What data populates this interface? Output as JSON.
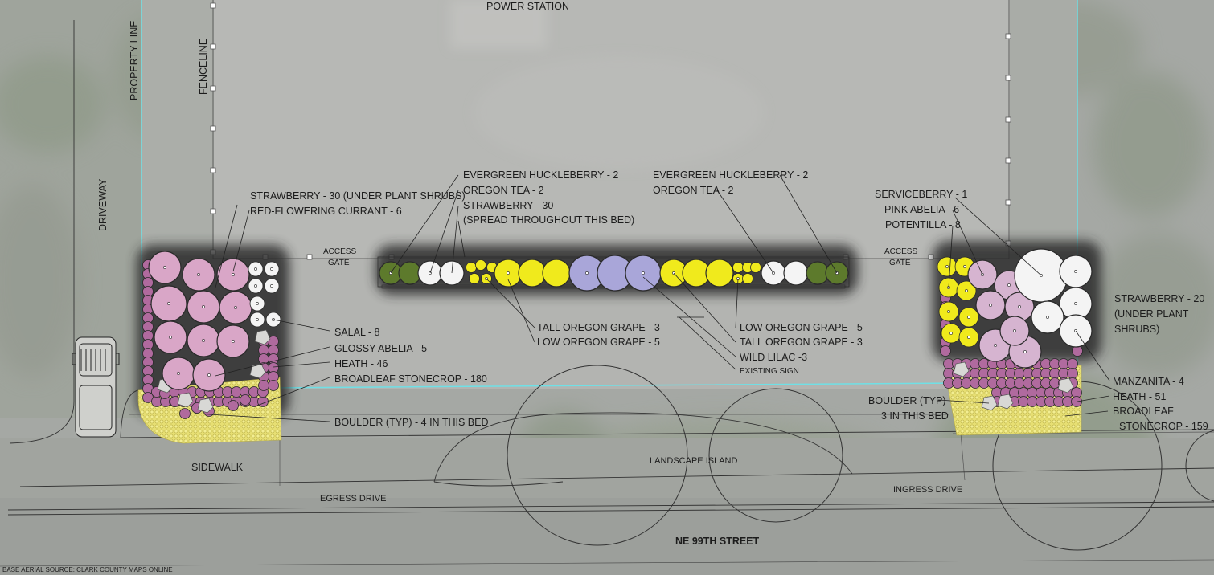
{
  "site_labels": {
    "power_station": "POWER STATION",
    "property_line": "PROPERTY LINE",
    "fenceline": "FENCELINE",
    "driveway": "DRIVEWAY",
    "access_gate_left_1": "ACCESS",
    "access_gate_left_2": "GATE",
    "access_gate_right_1": "ACCESS",
    "access_gate_right_2": "GATE",
    "sidewalk": "SIDEWALK",
    "landscape_island": "LANDSCAPE ISLAND",
    "egress_drive": "EGRESS DRIVE",
    "ingress_drive": "INGRESS DRIVE",
    "street": "NE 99TH STREET",
    "source": "BASE AERIAL SOURCE: CLARK COUNTY MAPS ONLINE"
  },
  "left_bed_labels": {
    "strawberry": "STRAWBERRY - 30 (UNDER PLANT SHRUBS)",
    "currant": "RED-FLOWERING CURRANT - 6",
    "salal": "SALAL - 8",
    "glossy_abelia": "GLOSSY ABELIA - 5",
    "heath": "HEATH - 46",
    "stonecrop": "BROADLEAF STONECROP - 180",
    "boulder": "BOULDER (TYP) - 4 IN THIS BED"
  },
  "center_bed_labels": {
    "huckleberry_left": "EVERGREEN HUCKLEBERRY - 2",
    "oregon_tea_left": "OREGON TEA - 2",
    "strawberry_line1": "STRAWBERRY - 30",
    "strawberry_line2": "(SPREAD THROUGHOUT THIS BED)",
    "huckleberry_right": "EVERGREEN HUCKLEBERRY - 2",
    "oregon_tea_right": "OREGON TEA - 2",
    "tall_grape_left": "TALL OREGON GRAPE - 3",
    "low_grape_left": "LOW OREGON GRAPE - 5",
    "low_grape_right": "LOW OREGON GRAPE - 5",
    "tall_grape_right": "TALL OREGON GRAPE - 3",
    "wild_lilac": "WILD LILAC -3",
    "existing_sign": "EXISTING SIGN"
  },
  "right_bed_labels": {
    "serviceberry": "SERVICEBERRY - 1",
    "pink_abelia": "PINK ABELIA - 6",
    "potentilla": "POTENTILLA - 8",
    "strawberry_1": "STRAWBERRY - 20",
    "strawberry_2": "(UNDER PLANT",
    "strawberry_3": "SHRUBS)",
    "manzanita": "MANZANITA - 4",
    "heath": "HEATH - 51",
    "stonecrop_1": "BROADLEAF",
    "stonecrop_2": "STONECROP - 159",
    "boulder_1": "BOULDER (TYP)",
    "boulder_2": "3 IN THIS BED"
  },
  "colors": {
    "background": "#a5a8a4",
    "lot": "#b2b3b0",
    "property_line": "#6fe0e6",
    "currant": "#d9a6c7",
    "heath": "#b06a9e",
    "white_shrub": "#f4f4f4",
    "stonecrop": "#e6df6f",
    "oregon_grape": "#f0ea1c",
    "wild_lilac": "#a9a6d9",
    "huckleberry": "#5d7a2c",
    "manzanita": "#d6b4d0"
  }
}
